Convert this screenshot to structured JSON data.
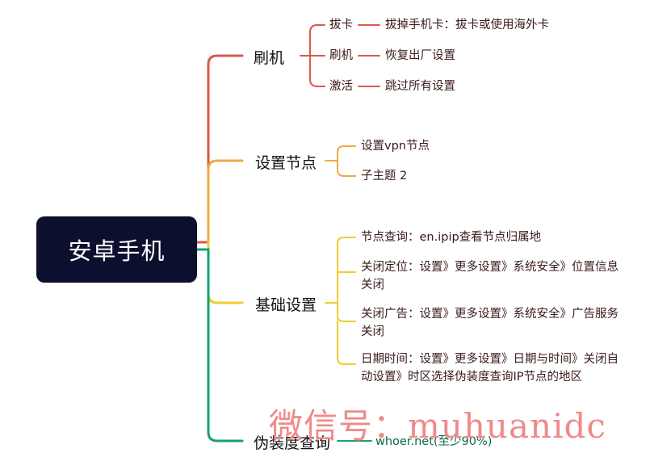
{
  "root": {
    "label": "安卓手机"
  },
  "colors": {
    "red": "#d9584b",
    "orange": "#eeaa42",
    "yellow": "#f0cc30",
    "green": "#1aa06f",
    "root_bg": "#0d0f2e"
  },
  "branches": [
    {
      "label": "刷机",
      "children": [
        {
          "label": "拔卡",
          "detail": "拔掉手机卡：拔卡或使用海外卡"
        },
        {
          "label": "刷机",
          "detail": "恢复出厂设置"
        },
        {
          "label": "激活",
          "detail": "跳过所有设置"
        }
      ]
    },
    {
      "label": "设置节点",
      "children": [
        {
          "label": "设置vpn节点"
        },
        {
          "label": "子主题 2"
        }
      ]
    },
    {
      "label": "基础设置",
      "children": [
        {
          "label": "节点查询：en.ipip查看节点归属地"
        },
        {
          "label": "关闭定位：设置》更多设置》系统安全》位置信息关闭"
        },
        {
          "label": "关闭广告：设置》更多设置》系统安全》广告服务关闭"
        },
        {
          "label": "日期时间：设置》更多设置》日期与时间》关闭自动设置》时区选择伪装度查询IP节点的地区"
        }
      ]
    },
    {
      "label": "伪装度查询",
      "children": [
        {
          "label": "whoer.net(至少90%)"
        }
      ]
    }
  ],
  "watermark": "微信号：muhuanidc"
}
